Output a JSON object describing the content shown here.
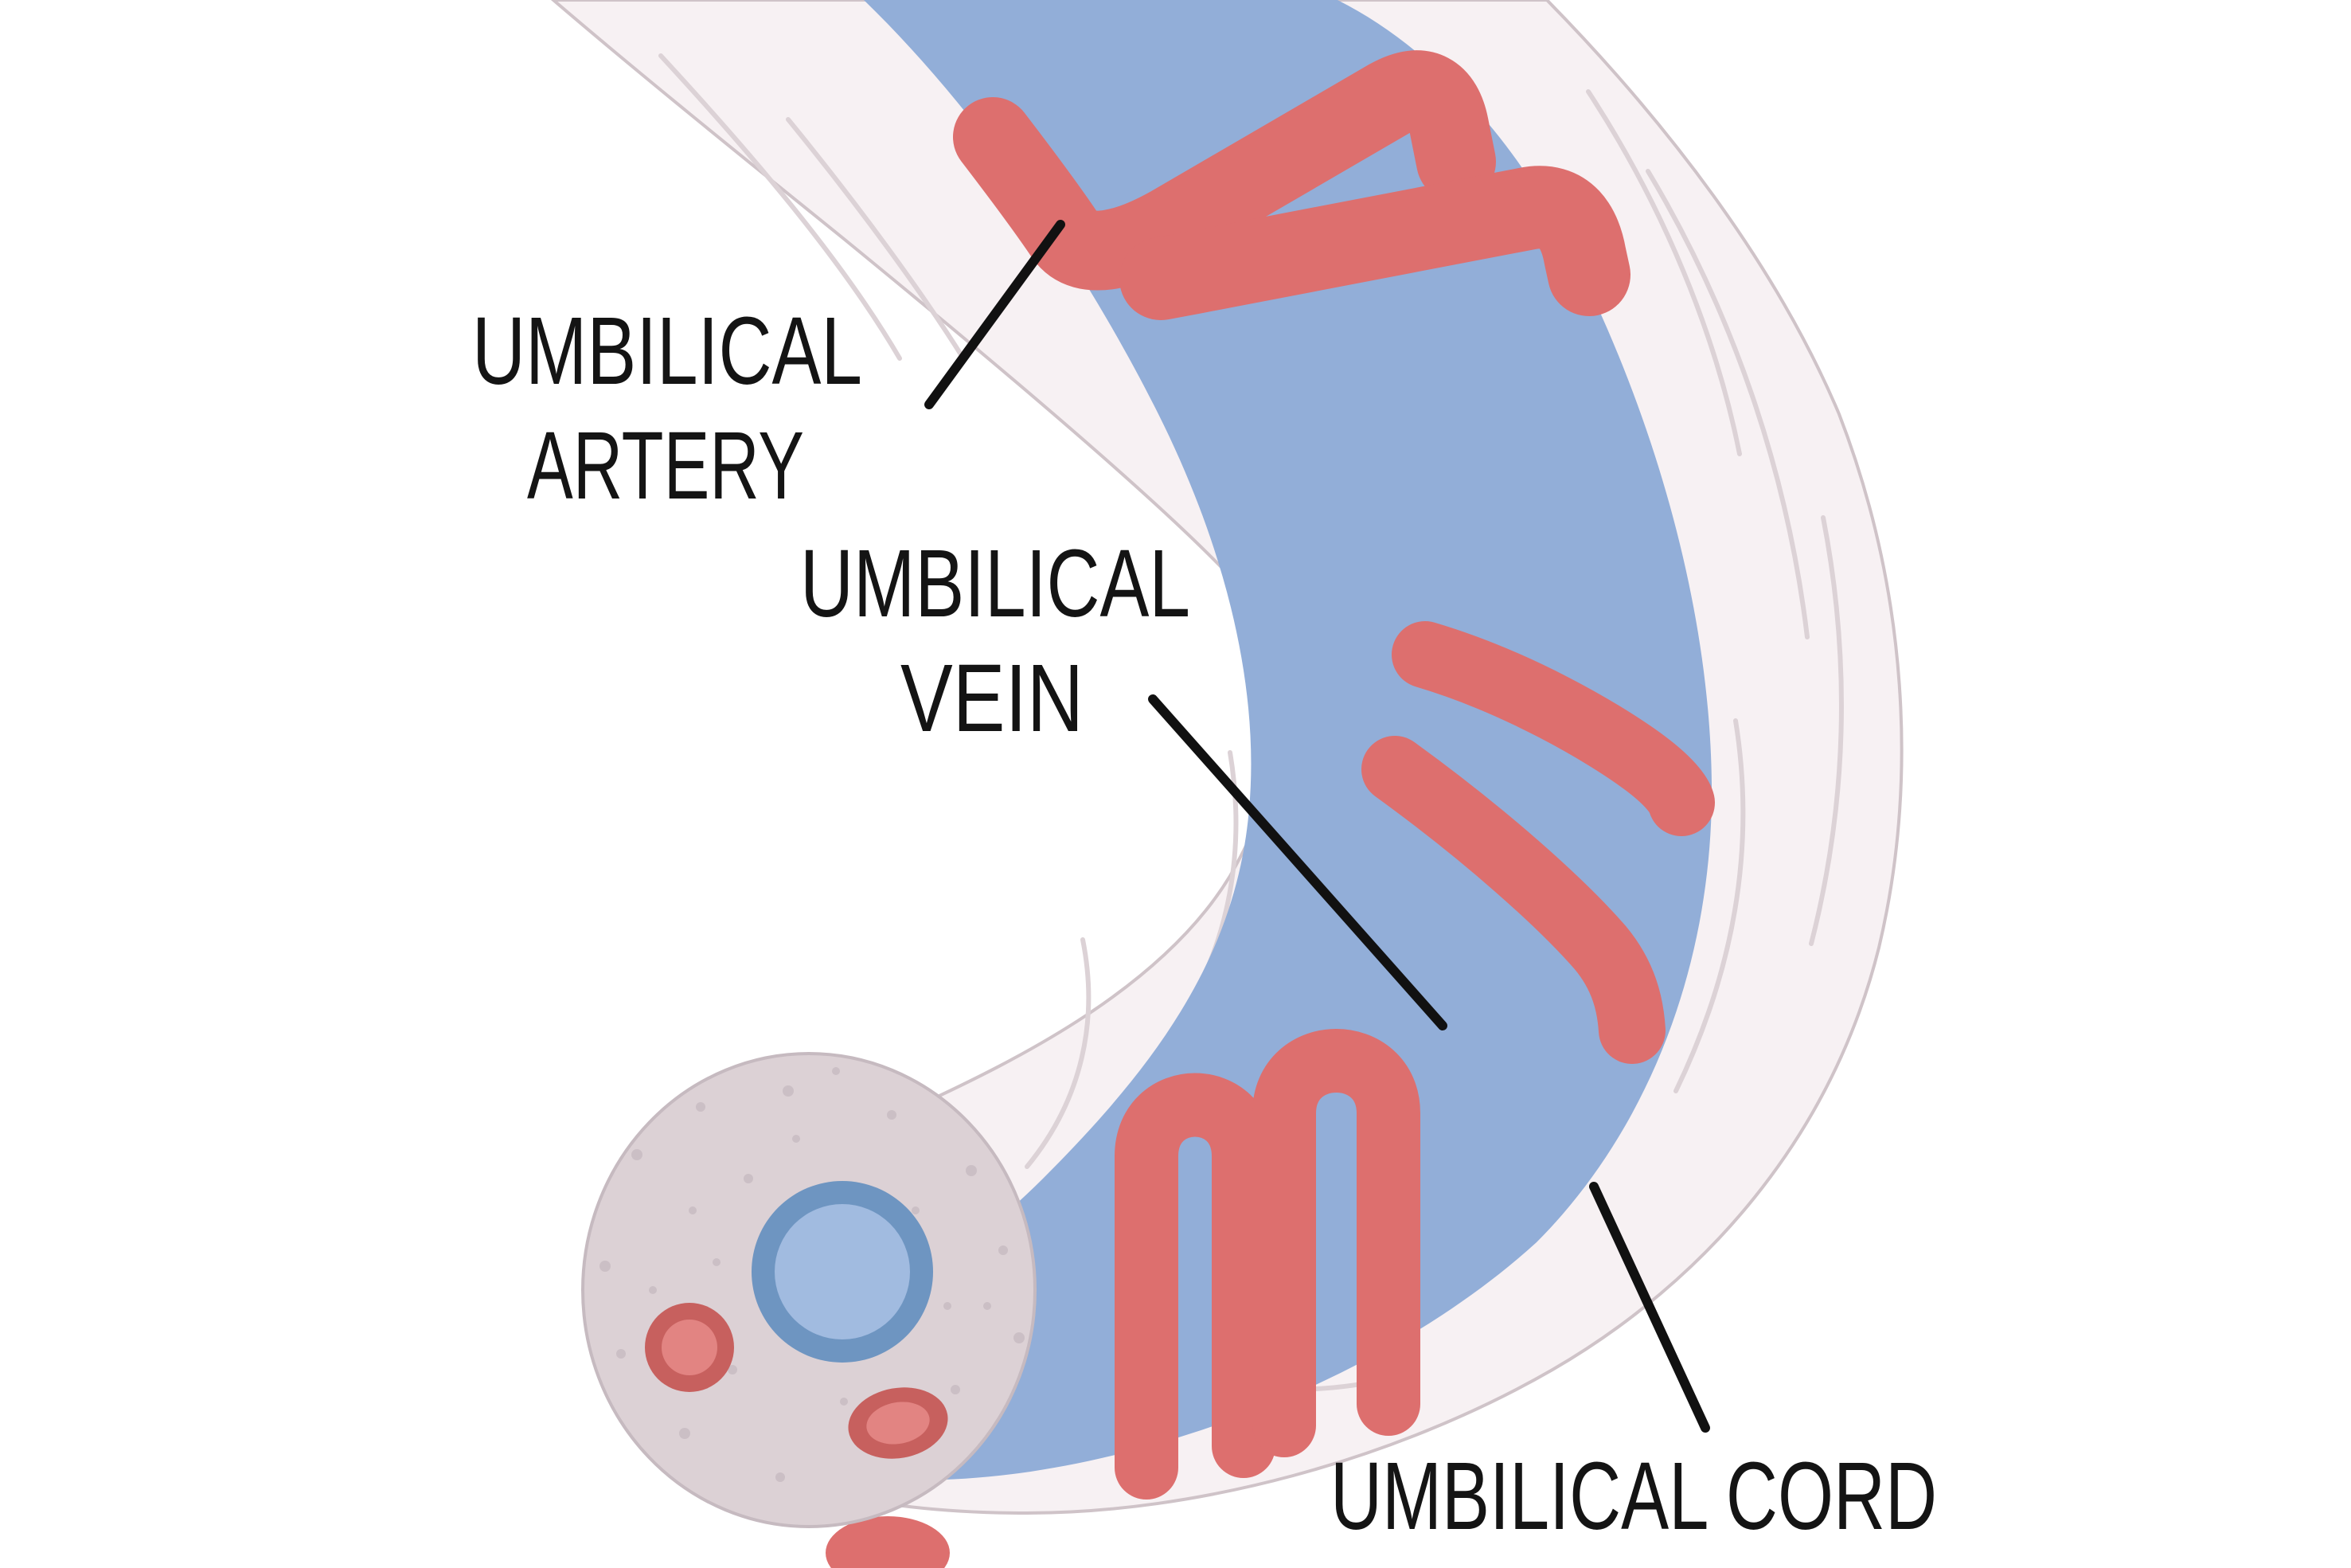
{
  "title": "Umbilical cord anatomy diagram",
  "labels": {
    "artery": {
      "line1": "UMBILICAL",
      "line2": "ARTERY"
    },
    "vein": {
      "line1": "UMBILICAL",
      "line2": "VEIN"
    },
    "cord": {
      "text": "UMBILICAL CORD"
    }
  },
  "parts": {
    "cord": "umbilical cord (outer membrane)",
    "vein": "umbilical vein (blue vessel)",
    "artery": "umbilical artery (red coiled vessel)",
    "cut_face": "cord cross-section showing one vein and two arteries"
  },
  "colors": {
    "background": "#ffffff",
    "cord_fill": "#f7f1f3",
    "cord_stroke": "#cfc3c8",
    "strand": "#dcd2d6",
    "vein_fill": "#92aed8",
    "artery_fill": "#dd6f6e",
    "cut_face_fill": "#dcd1d5",
    "cut_face_stroke": "#c6bac0",
    "speckle": "#cbbfc5",
    "cut_vein_ring": "#6e95c1",
    "cut_vein_core": "#a1bbe0",
    "cut_artery_ring": "#c7605e",
    "cut_artery_core": "#e28482",
    "label_text": "#141414",
    "leader_line": "#111111"
  }
}
